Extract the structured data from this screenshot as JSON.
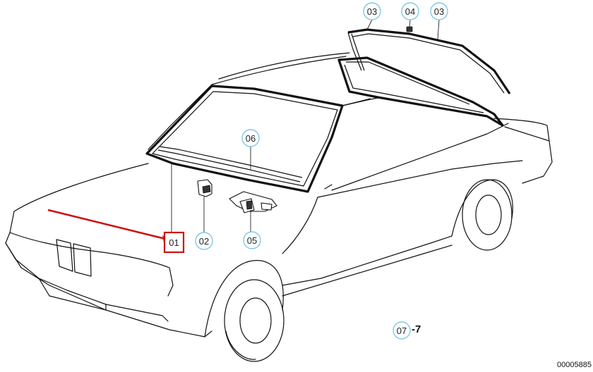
{
  "callouts": [
    {
      "id": "c01",
      "label": "01",
      "highlighted": true
    },
    {
      "id": "c02",
      "label": "02",
      "highlighted": false
    },
    {
      "id": "c03a",
      "label": "03",
      "highlighted": false
    },
    {
      "id": "c03b",
      "label": "03",
      "highlighted": false
    },
    {
      "id": "c04",
      "label": "04",
      "highlighted": false
    },
    {
      "id": "c05",
      "label": "05",
      "highlighted": false
    },
    {
      "id": "c06",
      "label": "06",
      "highlighted": false
    },
    {
      "id": "c07",
      "label": "07",
      "highlighted": false
    }
  ],
  "callout_07_suffix": "-7",
  "diagram_id": "00005885",
  "colors": {
    "callout_ring": "#7fc9e6",
    "highlight": "#cc1111",
    "line": "#111111"
  }
}
